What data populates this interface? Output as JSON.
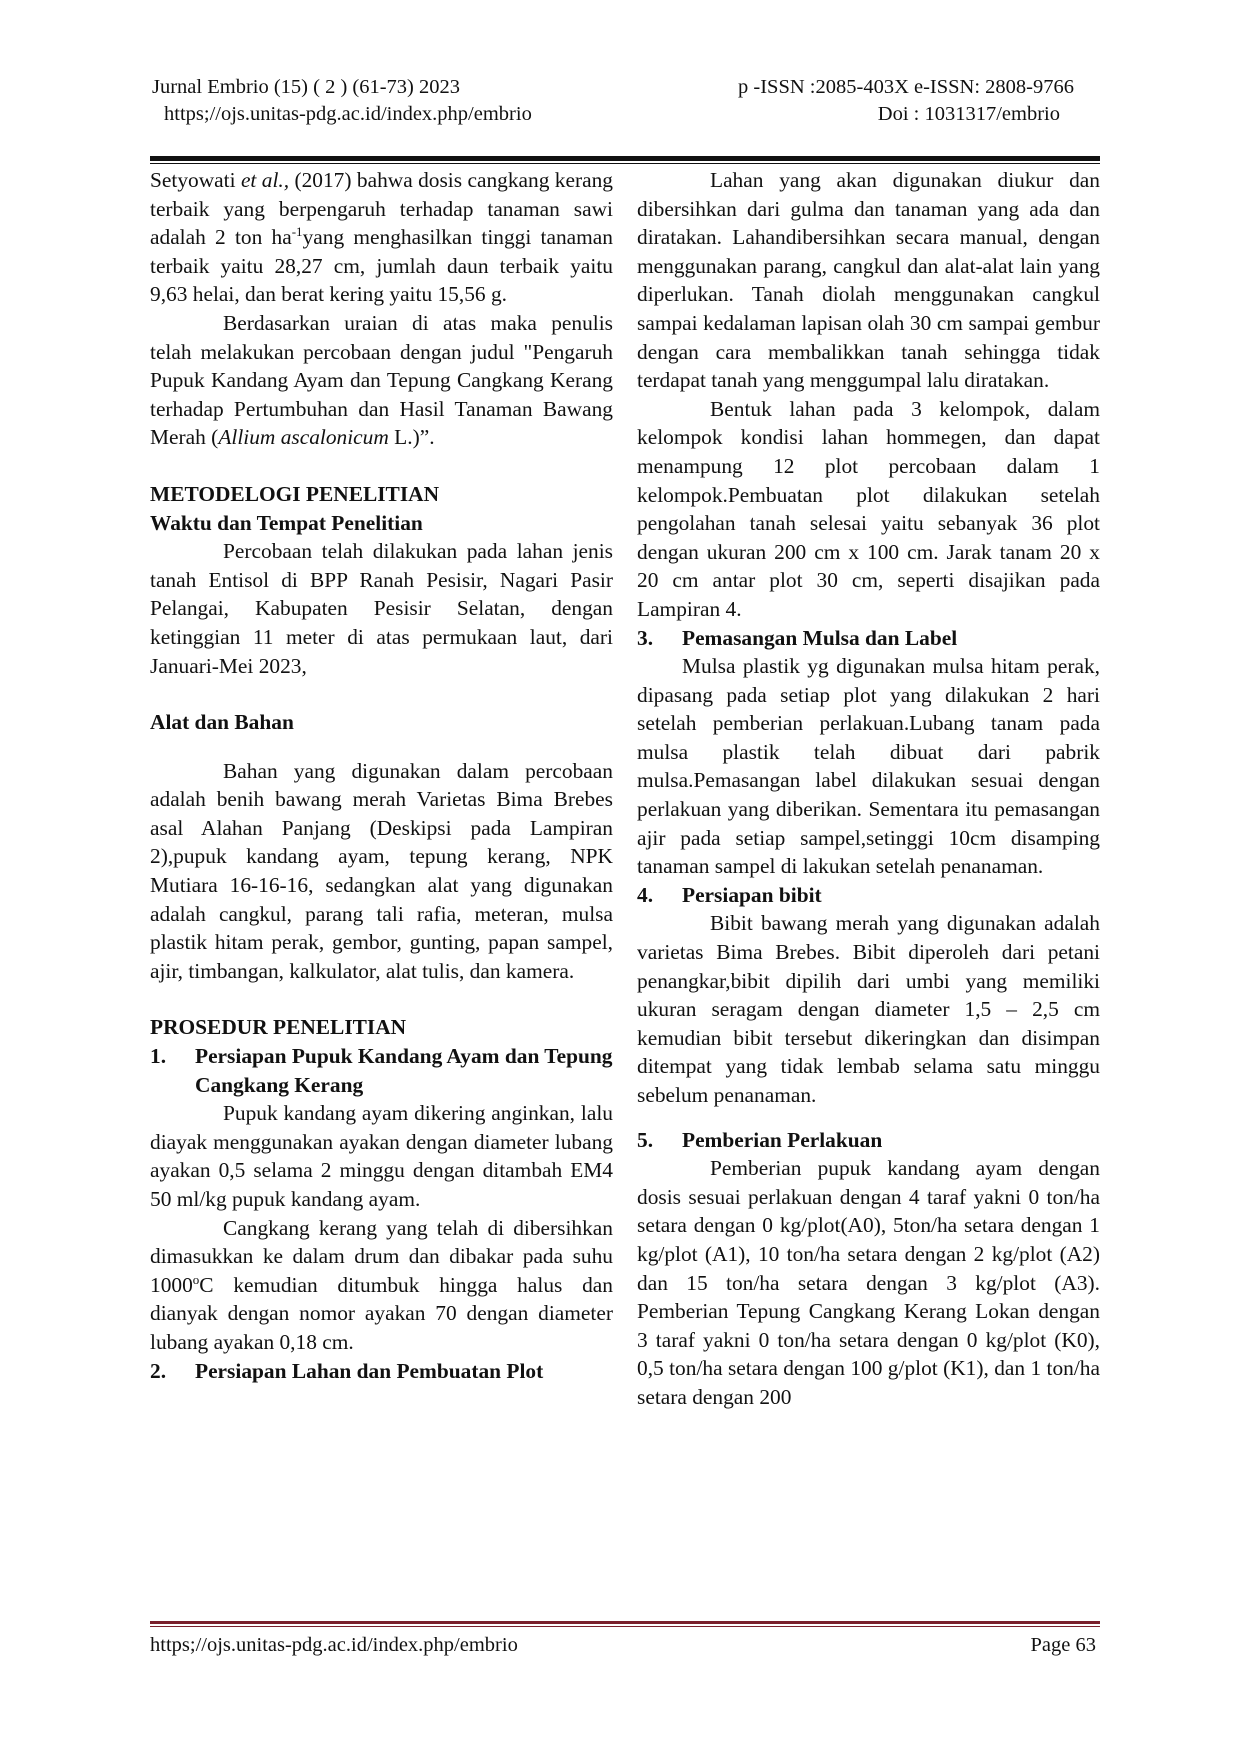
{
  "header": {
    "journal": "Jurnal Embrio (15) ( 2 ) (61-73) 2023",
    "issn": "p -ISSN :2085-403X e-ISSN: 2808-9766",
    "url": "https;//ojs.unitas-pdg.ac.id/index.php/embrio",
    "doi": "Doi : 1031317/embrio"
  },
  "left": {
    "p1_a": "Setyowati ",
    "p1_em": "et al.,",
    "p1_b": " (2017) bahwa dosis cangkang kerang terbaik yang berpengaruh terhadap tanaman sawi adalah 2 ton ha",
    "p1_sup": "-1",
    "p1_c": "yang menghasilkan tinggi tanaman terbaik yaitu 28,27 cm, jumlah daun terbaik yaitu 9,63 helai, dan berat kering yaitu 15,56 g.",
    "p2_a": "Berdasarkan uraian di atas maka penulis telah melakukan percobaan dengan judul \"Pengaruh Pupuk Kandang Ayam dan Tepung Cangkang Kerang terhadap Pertumbuhan dan Hasil Tanaman Bawang Merah (",
    "p2_em": "Allium ascalonicum",
    "p2_b": " L.)”.",
    "metode_heading": "METODELOGI PENELITIAN",
    "waktu_heading": "Waktu dan Tempat Penelitian",
    "waktu_text": "Percobaan telah dilakukan pada lahan jenis tanah Entisol di BPP Ranah Pesisir, Nagari Pasir Pelangai, Kabupaten Pesisir Selatan, dengan ketinggian 11 meter di atas permukaan laut, dari Januari-Mei 2023,",
    "alat_heading": "Alat dan Bahan",
    "alat_text": "Bahan yang digunakan dalam percobaan adalah benih bawang merah Varietas Bima Brebes asal Alahan Panjang (Deskipsi pada Lampiran 2),pupuk kandang ayam, tepung kerang, NPK Mutiara 16-16-16, sedangkan alat yang digunakan adalah cangkul, parang tali rafia, meteran, mulsa plastik hitam perak, gembor, gunting, papan sampel, ajir, timbangan, kalkulator, alat tulis, dan kamera.",
    "prosedur_heading": "PROSEDUR PENELITIAN",
    "s1_num": "1.",
    "s1_title": "Persiapan Pupuk Kandang Ayam dan Tepung Cangkang Kerang",
    "s1_p1": "Pupuk kandang ayam dikering anginkan, lalu diayak menggunakan ayakan dengan diameter lubang ayakan 0,5 selama 2 minggu dengan ditambah EM4 50  ml/kg pupuk kandang ayam.",
    "s1_p2_a": "Cangkang kerang yang telah di dibersihkan dimasukkan ke dalam drum dan dibakar pada suhu 1000",
    "s1_p2_sup": "o",
    "s1_p2_b": "C kemudian ditumbuk hingga halus dan dianyak dengan nomor ayakan 70 dengan diameter lubang ayakan 0,18 cm.",
    "s2_num": "2.",
    "s2_title": "Persiapan Lahan dan Pembuatan Plot"
  },
  "right": {
    "r1": "Lahan yang akan digunakan diukur dan dibersihkan dari gulma dan tanaman yang ada dan diratakan. Lahandibersihkan secara manual, dengan menggunakan parang, cangkul dan alat-alat lain yang diperlukan. Tanah diolah menggunakan cangkul sampai kedalaman lapisan olah 30 cm sampai gembur dengan cara membalikkan tanah sehingga tidak terdapat tanah yang menggumpal lalu diratakan.",
    "r2": "Bentuk lahan pada 3 kelompok, dalam kelompok kondisi lahan hommegen, dan dapat menampung 12 plot percobaan dalam 1 kelompok.Pembuatan plot dilakukan setelah pengolahan tanah selesai yaitu sebanyak 36 plot dengan ukuran 200 cm x 100 cm. Jarak tanam 20 x 20 cm antar plot 30 cm, seperti disajikan pada Lampiran 4.",
    "s3_num": "3.",
    "s3_title": "Pemasangan Mulsa dan Label",
    "s3_text": "Mulsa plastik yg digunakan mulsa hitam perak, dipasang pada setiap plot yang dilakukan 2 hari setelah pemberian perlakuan.Lubang tanam pada mulsa plastik telah dibuat dari pabrik mulsa.Pemasangan label dilakukan sesuai dengan perlakuan yang diberikan. Sementara itu pemasangan ajir pada setiap sampel,setinggi 10cm disamping tanaman sampel di lakukan setelah penanaman.",
    "s4_num": "4.",
    "s4_title": "Persiapan bibit",
    "s4_text": "Bibit bawang merah yang digunakan adalah varietas Bima Brebes. Bibit diperoleh dari petani penangkar,bibit dipilih dari umbi yang memiliki ukuran seragam dengan diameter 1,5 – 2,5 cm kemudian bibit tersebut dikeringkan dan disimpan ditempat yang tidak lembab selama satu minggu sebelum penanaman.",
    "s5_num": "5.",
    "s5_title": "Pemberian Perlakuan",
    "s5_text": "Pemberian pupuk kandang ayam dengan dosis sesuai perlakuan dengan 4 taraf yakni 0 ton/ha setara dengan 0 kg/plot(A0), 5ton/ha setara dengan 1 kg/plot (A1), 10 ton/ha setara dengan 2 kg/plot (A2) dan 15 ton/ha setara dengan 3 kg/plot (A3). Pemberian Tepung Cangkang Kerang Lokan dengan 3 taraf yakni 0 ton/ha setara dengan 0 kg/plot (K0), 0,5 ton/ha setara dengan 100 g/plot (K1), dan 1 ton/ha setara dengan 200"
  },
  "footer": {
    "url": "https;//ojs.unitas-pdg.ac.id/index.php/embrio",
    "page": "Page 63"
  }
}
